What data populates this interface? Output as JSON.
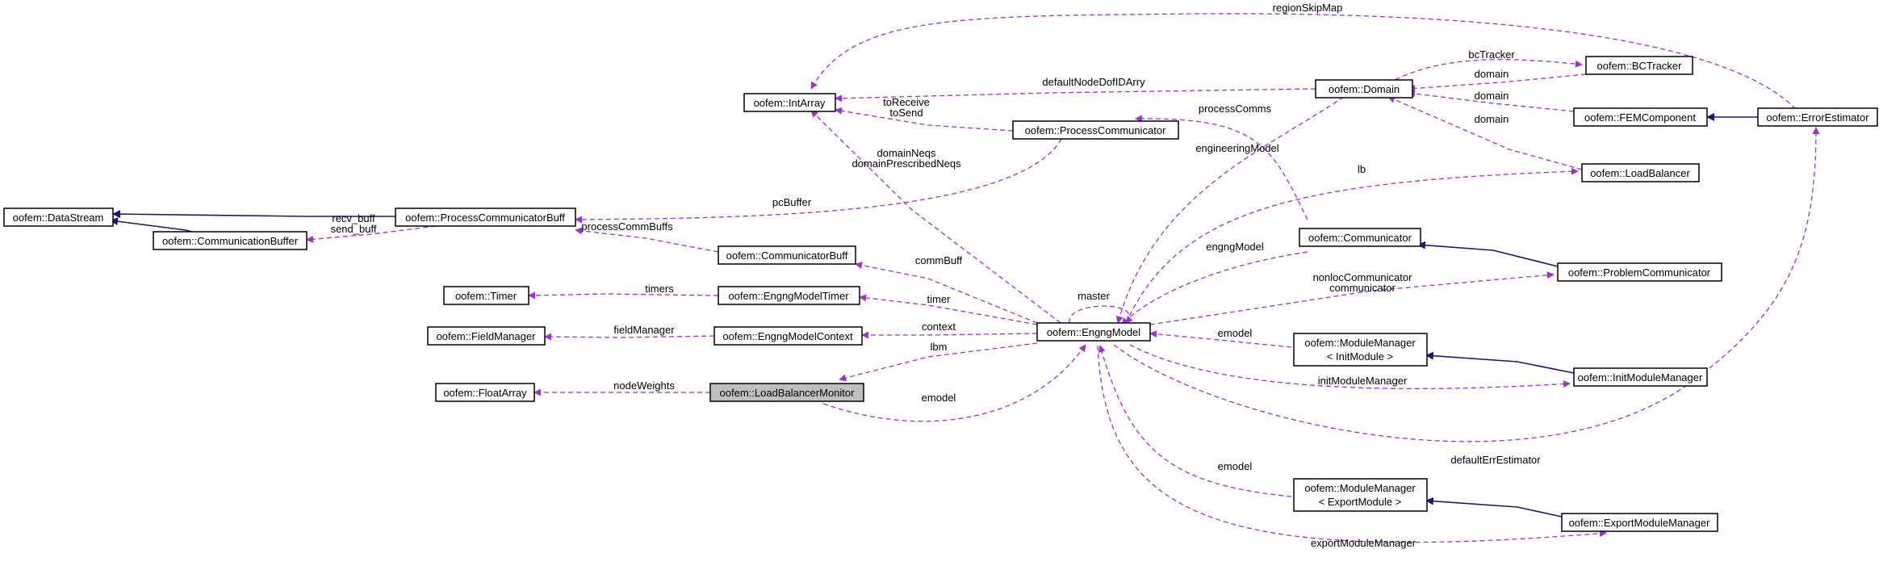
{
  "colors": {
    "usage_edge": "#9a32cd",
    "inheritance_edge": "#191970",
    "node_highlight": "#bfbfbf"
  },
  "nodes": {
    "datastream": "oofem::DataStream",
    "communicationbuffer": "oofem::CommunicationBuffer",
    "processcommunicatorbuff": "oofem::ProcessCommunicatorBuff",
    "intarray": "oofem::IntArray",
    "processcommunicator": "oofem::ProcessCommunicator",
    "timer": "oofem::Timer",
    "fieldmanager": "oofem::FieldManager",
    "floatarray": "oofem::FloatArray",
    "communicatorbuff": "oofem::CommunicatorBuff",
    "engngmodeltimer": "oofem::EngngModelTimer",
    "engngmodelcontext": "oofem::EngngModelContext",
    "loadbalancermonitor": "oofem::LoadBalancerMonitor",
    "engngmodel": "oofem::EngngModel",
    "domain": "oofem::Domain",
    "communicator": "oofem::Communicator",
    "modulemanager_init": [
      "oofem::ModuleManager",
      "< InitModule >"
    ],
    "modulemanager_export": [
      "oofem::ModuleManager",
      "< ExportModule >"
    ],
    "bctracker": "oofem::BCTracker",
    "femcomponent": "oofem::FEMComponent",
    "loadbalancer": "oofem::LoadBalancer",
    "problemcommunicator": "oofem::ProblemCommunicator",
    "initmodulemanager": "oofem::InitModuleManager",
    "exportmodulemanager": "oofem::ExportModuleManager",
    "errorestimator": "oofem::ErrorEstimator"
  },
  "edge_labels": {
    "regionSkipMap": "regionSkipMap",
    "defaultNodeDofIDArry": "defaultNodeDofIDArry",
    "toReceive": "toReceive",
    "toSend": "toSend",
    "domainNeqs": "domainNeqs",
    "domainPrescribedNeqs": "domainPrescribedNeqs",
    "bcTracker": "bcTracker",
    "domain1": "domain",
    "domain2": "domain",
    "domain3": "domain",
    "processComms": "processComms",
    "engineeringModel": "engineeringModel",
    "lb": "lb",
    "pcBuffer": "pcBuffer",
    "recv_buff": "recv_buff",
    "send_buff": "send_buff",
    "processCommBuffs": "processCommBuffs",
    "commBuff": "commBuff",
    "engngModel": "engngModel",
    "timers": "timers",
    "timer": "timer",
    "master": "master",
    "nonlocCommunicator": "nonlocCommunicator",
    "communicator": "communicator",
    "fieldManager": "fieldManager",
    "context": "context",
    "emodel1": "emodel",
    "lbm": "lbm",
    "initModuleManager": "initModuleManager",
    "nodeWeights": "nodeWeights",
    "emodel2": "emodel",
    "defaultErrEstimator": "defaultErrEstimator",
    "emodel3": "emodel",
    "exportModuleManager": "exportModuleManager"
  }
}
